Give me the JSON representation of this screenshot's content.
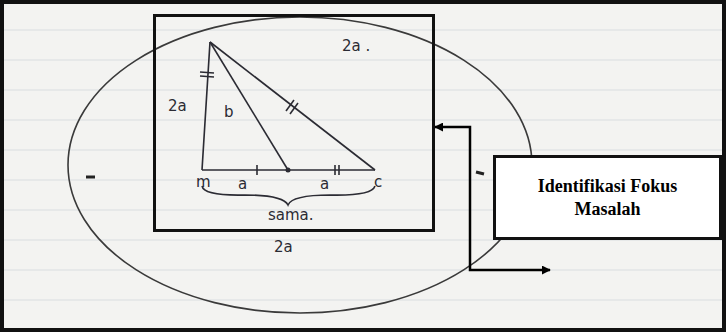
{
  "diagram": {
    "nodes": [
      {
        "text": [
          "2a",
          "b",
          "2a .",
          "m",
          "a",
          "a",
          "c",
          "sama."
        ]
      },
      {
        "text": [
          "Identifikasi Fokus Masalah"
        ]
      }
    ],
    "edges": [
      {
        "from": 1,
        "to": 0,
        "arrow": "both"
      }
    ],
    "labels": [
      "2a"
    ]
  }
}
